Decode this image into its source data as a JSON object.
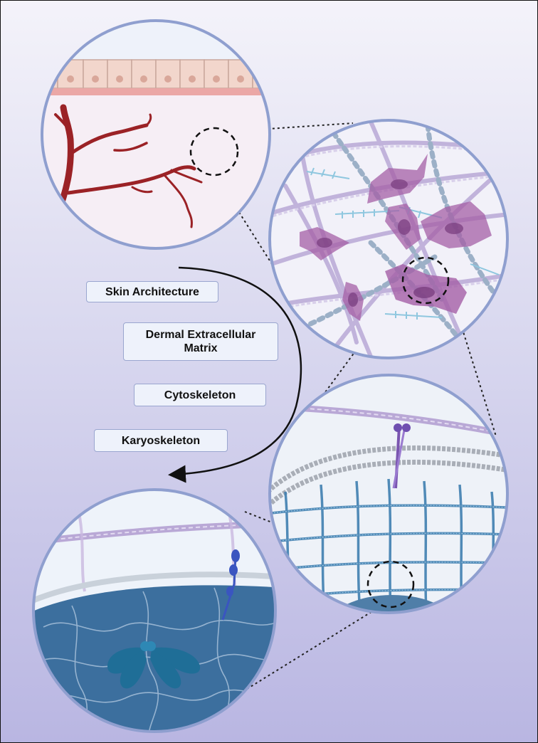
{
  "stages": [
    {
      "label": "Skin Architecture"
    },
    {
      "label": "Dermal Extracellular Matrix"
    },
    {
      "label": "Cytoskeleton"
    },
    {
      "label": "Karyoskeleton"
    }
  ],
  "colors": {
    "background_top": "#f4f3fa",
    "background_bottom": "#b9b6e2",
    "circle_border": "#8f9fcf",
    "blood_vessel": "#9b2226",
    "epidermis_cell": "#f2d6cc",
    "collagen": "#b9a8d6",
    "fibroblast": "#a45fa6",
    "intermediate_filament": "#3f7fb0",
    "nucleus": "#3c6f9e",
    "chromosome": "#1f6e97"
  }
}
